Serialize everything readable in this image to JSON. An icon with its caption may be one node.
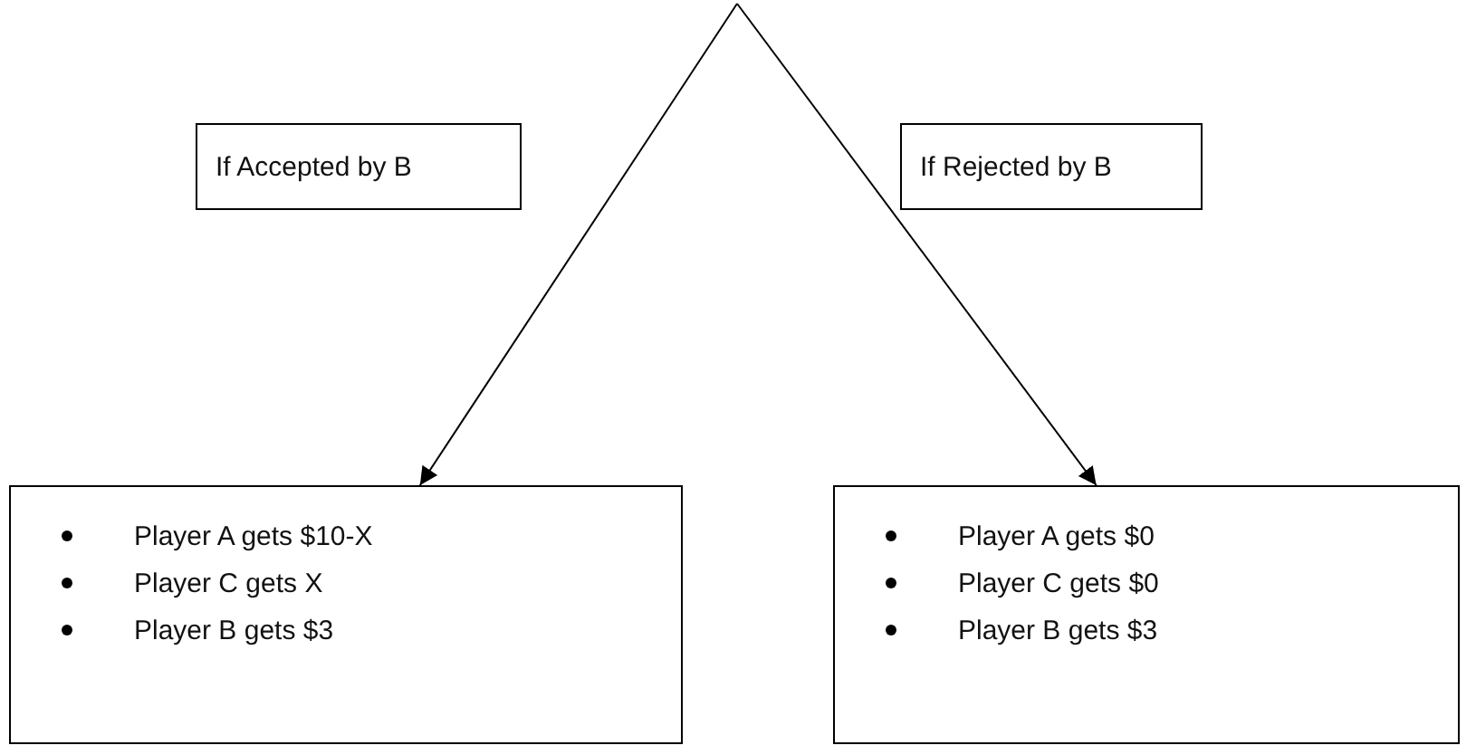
{
  "diagram": {
    "nodes": [
      {
        "text": [
          "If Accepted by B"
        ]
      },
      {
        "text": [
          "If Rejected by B"
        ]
      },
      {
        "text": [
          "Player A gets $10-X",
          "Player C gets X",
          "Player B gets $3"
        ]
      },
      {
        "text": [
          "Player A gets $0",
          "Player C gets $0",
          "Player B gets $3"
        ]
      }
    ],
    "edges": [
      {
        "from": null,
        "to": 2,
        "arrow": "to"
      },
      {
        "from": null,
        "to": 3,
        "arrow": "to"
      }
    ]
  }
}
